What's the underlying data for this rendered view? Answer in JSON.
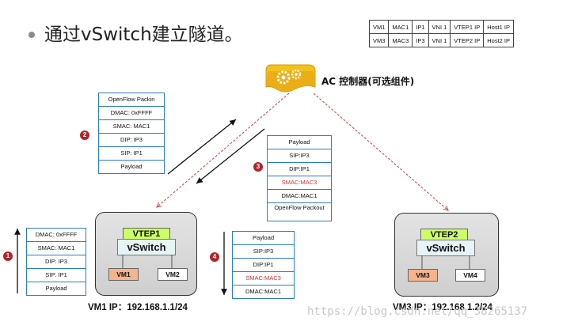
{
  "title": "通过vSwitch建立隧道。",
  "mapping_table": [
    [
      "VM1",
      "MAC1",
      "IP1",
      "VNI 1",
      "VTEP1 IP",
      "Host1 IP"
    ],
    [
      "VM3",
      "MAC3",
      "IP3",
      "VNI 1",
      "VTEP2 IP",
      "Host2 IP"
    ]
  ],
  "controller": {
    "label": "AC 控制器(可选组件)"
  },
  "packet_step1": {
    "badge": "1",
    "fields": [
      "DMAC: 0xFFFF",
      "SMAC: MAC1",
      "DIP: IP3",
      "SIP: IP1",
      "Payload"
    ]
  },
  "packet_step2": {
    "badge": "2",
    "fields": [
      "OpenFlow Packin",
      "DMAC: 0xFFFF",
      "SMAC: MAC1",
      "DIP: IP3",
      "SIP: IP1",
      "Payload"
    ]
  },
  "packet_step3": {
    "badge": "3",
    "fields": [
      "Payload",
      "SIP:IP3",
      "DIP:IP1",
      "SMAC:MAC3",
      "DMAC:MAC1",
      "OpenFlow Packout"
    ]
  },
  "packet_step4": {
    "badge": "4",
    "fields": [
      "Payload",
      "SIP:IP3",
      "DIP:IP1",
      "SMAC:MAC3",
      "DMAC:MAC1"
    ]
  },
  "host1": {
    "vtep": "VTEP1",
    "vswitch": "vSwitch",
    "vm_a": "VM1",
    "vm_b": "VM2",
    "label": "VM1 IP：192.168.1.1/24"
  },
  "host2": {
    "vtep": "VTEP2",
    "vswitch": "vSwitch",
    "vm_a": "VM3",
    "vm_b": "VM4",
    "label": "VM3 IP：192.168.1.2/24"
  },
  "watermark": "https://blog.csdn.net/qq_38265137",
  "colors": {
    "packet_border": "#2b7ec1",
    "highlight_text": "#d23030",
    "tunnel_dashed": "#d63a3a",
    "vtep": "#ccff66",
    "vm_active": "#f5b48c",
    "badge": "#b0252a"
  }
}
